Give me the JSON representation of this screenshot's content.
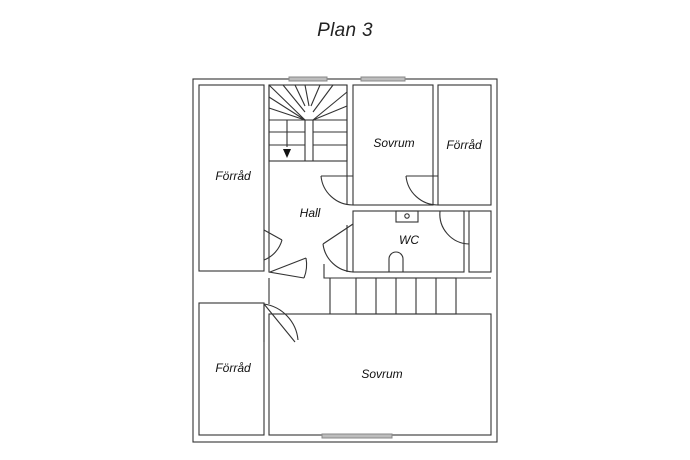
{
  "title": "Plan 3",
  "rooms": {
    "forrad_left_top": "Förråd",
    "hall": "Hall",
    "sovrum_top": "Sovrum",
    "forrad_right": "Förråd",
    "wc": "WC",
    "forrad_left_bottom": "Förråd",
    "sovrum_bottom": "Sovrum"
  },
  "colors": {
    "line": "#333333",
    "window": "#9a9a9a",
    "fill": "#ffffff"
  }
}
